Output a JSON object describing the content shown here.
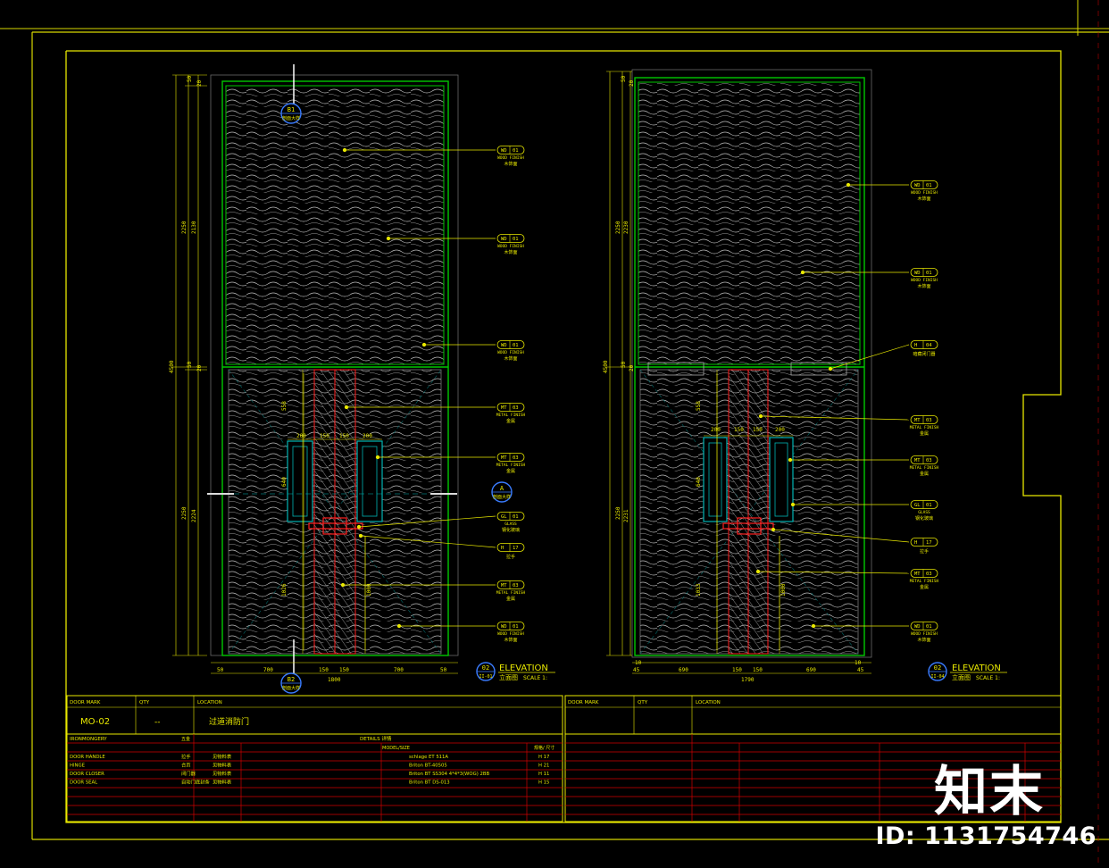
{
  "left_elevation": {
    "markers": {
      "top_id": "B1",
      "top_sub": "剖面大样",
      "bottom_id": "B2",
      "bottom_sub": "剖面大样",
      "side_id": "A",
      "side_sub": "剖面大样"
    },
    "title_no": "02",
    "title_sub": "II-01",
    "title": "ELEVATION",
    "title_cn": "立面图",
    "scale": "SCALE 1:",
    "vertical_dims": [
      "50",
      "20",
      "2250",
      "2130",
      "4500",
      "50",
      "20",
      "2250",
      "2224",
      "558",
      "640",
      "1026",
      "1000"
    ],
    "bottom_dims": [
      "50",
      "700",
      "150",
      "150",
      "700",
      "50"
    ],
    "total_dim": "1800",
    "glass_dims": [
      "200",
      "150",
      "150",
      "200"
    ]
  },
  "right_elevation": {
    "title_no": "02",
    "title_sub": "II-04",
    "title": "ELEVATION",
    "title_cn": "立面图",
    "scale": "SCALE 1:",
    "vertical_dims": [
      "50",
      "20",
      "2250",
      "2230",
      "4500",
      "50",
      "20",
      "2250",
      "2231",
      "558",
      "640",
      "1033",
      "1000"
    ],
    "bottom_dims": [
      "10",
      "45",
      "690",
      "150",
      "150",
      "690",
      "45",
      "10"
    ],
    "total_dim": "1790",
    "glass_dims": [
      "200",
      "150",
      "150",
      "200"
    ]
  },
  "tags_left": [
    {
      "code": "WD",
      "num": "01",
      "en": "WOOD FINISH",
      "cn": "木饰面"
    },
    {
      "code": "WD",
      "num": "01",
      "en": "WOOD FINISH",
      "cn": "木饰面"
    },
    {
      "code": "WD",
      "num": "01",
      "en": "WOOD FINISH",
      "cn": "木饰面"
    },
    {
      "code": "MT",
      "num": "03",
      "en": "METAL FINISH",
      "cn": "金属"
    },
    {
      "code": "MT",
      "num": "03",
      "en": "METAL FINISH",
      "cn": "金属"
    },
    {
      "code": "GL",
      "num": "01",
      "en": "GLASS",
      "cn": "钢化玻璃"
    },
    {
      "code": "H",
      "num": "17",
      "en": "",
      "cn": "拉手"
    },
    {
      "code": "MT",
      "num": "03",
      "en": "METAL FINISH",
      "cn": "金属"
    },
    {
      "code": "WD",
      "num": "01",
      "en": "WOOD FINISH",
      "cn": "木饰面"
    }
  ],
  "tags_right": [
    {
      "code": "WD",
      "num": "01",
      "en": "WOOD FINISH",
      "cn": "木饰面"
    },
    {
      "code": "WD",
      "num": "01",
      "en": "WOOD FINISH",
      "cn": "木饰面"
    },
    {
      "code": "H",
      "num": "04",
      "en": "",
      "cn": "暗藏闭门器"
    },
    {
      "code": "MT",
      "num": "03",
      "en": "METAL FINISH",
      "cn": "金属"
    },
    {
      "code": "MT",
      "num": "03",
      "en": "METAL FINISH",
      "cn": "金属"
    },
    {
      "code": "GL",
      "num": "01",
      "en": "GLASS",
      "cn": "钢化玻璃"
    },
    {
      "code": "H",
      "num": "17",
      "en": "",
      "cn": "拉手"
    },
    {
      "code": "MT",
      "num": "03",
      "en": "METAL FINISH",
      "cn": "金属"
    },
    {
      "code": "WD",
      "num": "01",
      "en": "WOOD FINISH",
      "cn": "木饰面"
    }
  ],
  "schedule_left": {
    "headers": {
      "door_mark": "DOOR MARK",
      "qty": "QTY",
      "location": "LOCATION"
    },
    "door_mark": "MO-02",
    "qty": "--",
    "location": "过道消防门",
    "ironmongery": "IRONMONGERY",
    "ironmongery_cn": "五金",
    "details": "DETAILS 详情",
    "model_size": "MODEL/SIZE",
    "spec": "规格/ 尺寸",
    "rows": [
      {
        "item": "DOOR HANDLE",
        "item_cn": "拉手",
        "note": "见物料表",
        "model": "schlage ET 511A",
        "code": "H 17"
      },
      {
        "item": "HINGE",
        "item_cn": "合页",
        "note": "见物料表",
        "model": "Briton BT-40505",
        "code": "H 21"
      },
      {
        "item": "DOOR CLOSER",
        "item_cn": "闭门器",
        "note": "见物料表",
        "model": "Briton BT SS304 4*4*3(WOG) 2BB",
        "code": "H 11"
      },
      {
        "item": "DOOR SEAL",
        "item_cn": "自动门底封条",
        "note": "见物料表",
        "model": "Briton BT DS-013",
        "code": "H 15"
      }
    ]
  },
  "schedule_right": {
    "headers": {
      "door_mark": "DOOR MARK",
      "qty": "QTY",
      "location": "LOCATION"
    }
  },
  "watermark": {
    "logo": "知末",
    "id": "ID: 1131754746"
  },
  "colors": {
    "frame": "#e8e800",
    "green": "#00c800",
    "red": "#ff2020",
    "cyan": "#00b4b4",
    "wave": "#c8c8c8",
    "text": "#e8e800"
  }
}
